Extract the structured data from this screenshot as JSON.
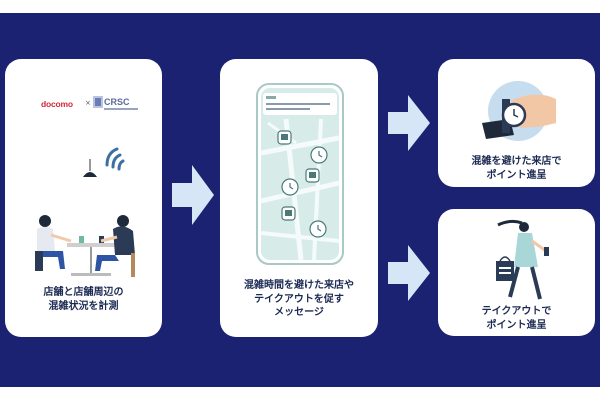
{
  "colors": {
    "background_band": "#1c2272",
    "card": "#ffffff",
    "arrow": "#d6e6f7",
    "caption_text": "#1b2a52",
    "docomo_red": "#d2283a",
    "map_teal": "#b7dcd6"
  },
  "cards": {
    "measure": {
      "logo_docomo": "docomo",
      "logo_separator": "×",
      "logo_partner": "CRSC",
      "caption": "店舗と店舗周辺の\n混雑状況を計測"
    },
    "message": {
      "caption": "混雑時間を避けた来店や\nテイクアウトを促す\nメッセージ"
    },
    "points_visit": {
      "caption": "混雑を避けた来店で\nポイント進呈"
    },
    "points_takeout": {
      "caption": "テイクアウトで\nポイント進呈"
    }
  },
  "icons": [
    "wifi-signal-icon",
    "store-pin-icon",
    "clock-pin-icon",
    "wristwatch-icon",
    "shopping-bag-icon"
  ]
}
